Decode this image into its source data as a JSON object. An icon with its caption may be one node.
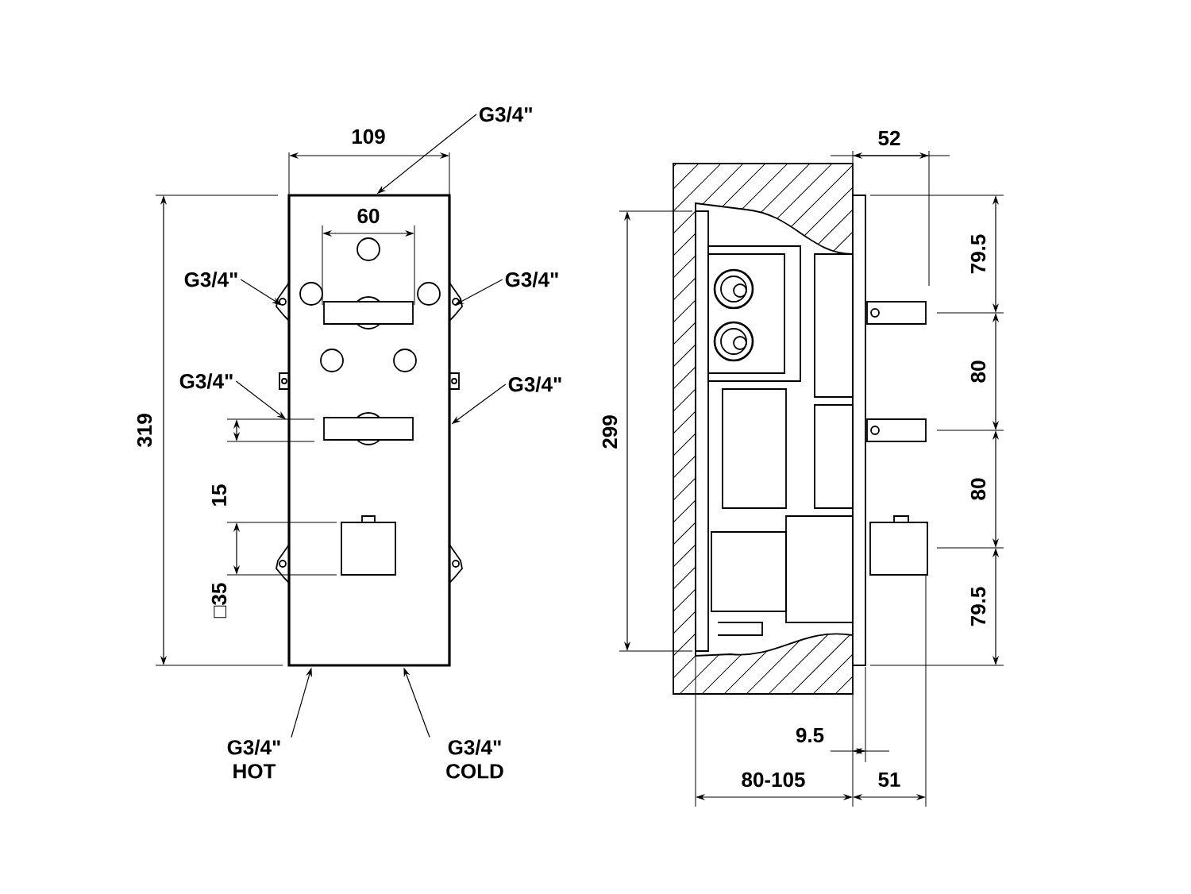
{
  "diagram": {
    "nodes": [
      {
        "text": [
          "G3/4\""
        ]
      },
      {
        "text": [
          "G3/4\""
        ]
      },
      {
        "text": [
          "G3/4\""
        ]
      },
      {
        "text": [
          "G3/4\""
        ]
      },
      {
        "text": [
          "G3/4\""
        ]
      },
      {
        "text": [
          "G3/4\" HOT"
        ]
      },
      {
        "text": [
          "G3/4\" COLD"
        ]
      },
      {
        "text": [],
        "shape": "box"
      }
    ],
    "edges": [
      {
        "from": 0,
        "to": 7,
        "arrow": "to"
      },
      {
        "from": 1,
        "to": 7,
        "arrow": "to"
      },
      {
        "from": 2,
        "to": 7,
        "arrow": "to"
      },
      {
        "from": 3,
        "to": 7,
        "arrow": "to"
      },
      {
        "from": 4,
        "to": 7,
        "arrow": "to"
      },
      {
        "from": 5,
        "to": 7,
        "arrow": "to"
      },
      {
        "from": 6,
        "to": 7,
        "arrow": "to"
      }
    ],
    "labels": [
      "109",
      "60",
      "319",
      "15",
      "□35",
      "52",
      "79.5",
      "80",
      "80",
      "79.5",
      "299",
      "9.5",
      "80-105",
      "51"
    ]
  }
}
